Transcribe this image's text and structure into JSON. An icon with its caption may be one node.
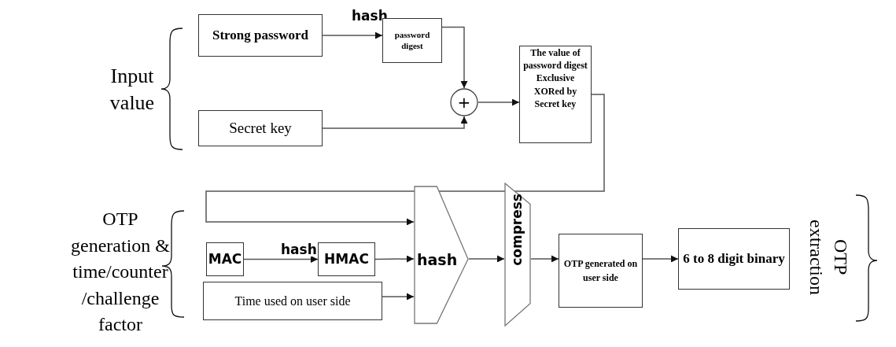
{
  "diagram": {
    "nodes": [
      {
        "text": [
          "Strong password"
        ]
      },
      {
        "text": [
          "password digest"
        ]
      },
      {
        "text": [
          "+"
        ]
      },
      {
        "text": [
          "The value of password digest Exclusive XORed by Secret key"
        ]
      },
      {
        "text": [
          "Secret key"
        ]
      },
      {
        "text": [
          "MAC"
        ]
      },
      {
        "text": [
          "HMAC"
        ]
      },
      {
        "text": [
          "hash"
        ]
      },
      {
        "text": [
          "compress"
        ]
      },
      {
        "text": [
          "OTP generated on user side"
        ]
      },
      {
        "text": [
          "6 to 8 digit binary"
        ]
      },
      {
        "text": [
          "Time used on user side"
        ]
      }
    ],
    "edges": [
      {
        "from": 0,
        "to": 1,
        "arrow": "to",
        "label": "hash"
      },
      {
        "from": 1,
        "to": 2,
        "arrow": "to"
      },
      {
        "from": 4,
        "to": 2,
        "arrow": "to"
      },
      {
        "from": 2,
        "to": 3,
        "arrow": "to"
      },
      {
        "from": 3,
        "to": 7,
        "arrow": "to"
      },
      {
        "from": 5,
        "to": 6,
        "arrow": "to",
        "label": "hash"
      },
      {
        "from": 6,
        "to": 7,
        "arrow": "to"
      },
      {
        "from": 11,
        "to": 7,
        "arrow": "to"
      },
      {
        "from": 7,
        "to": 8,
        "arrow": "to"
      },
      {
        "from": 8,
        "to": 9,
        "arrow": "to"
      },
      {
        "from": 9,
        "to": 10,
        "arrow": "to"
      }
    ],
    "labels": [
      "Input value",
      "OTP generation & time/counter /challenge factor",
      "OTP extraction"
    ]
  }
}
